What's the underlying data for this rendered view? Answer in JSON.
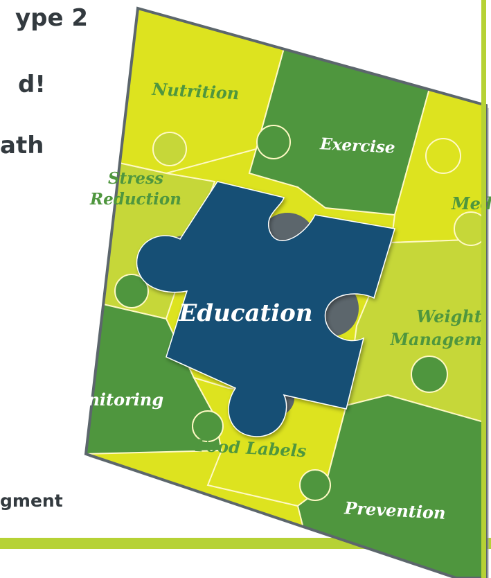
{
  "left_text": {
    "line1": "ype 2",
    "line2": "d!",
    "line3": "ath",
    "line4": "gment"
  },
  "puzzle": {
    "center": "Education",
    "pieces": [
      "Nutrition",
      "Exercise",
      "Med",
      "Stress",
      "Reduction",
      "Weight",
      "Managem",
      "Monitoring",
      "Food Labels",
      "Prevention"
    ]
  },
  "colors": {
    "lime": "#dde31f",
    "light_green": "#c6d739",
    "green": "#4f963e",
    "navy": "#135075",
    "border": "#5c666c",
    "text_dark": "#333a3f",
    "accent_bar": "#b6d235"
  }
}
